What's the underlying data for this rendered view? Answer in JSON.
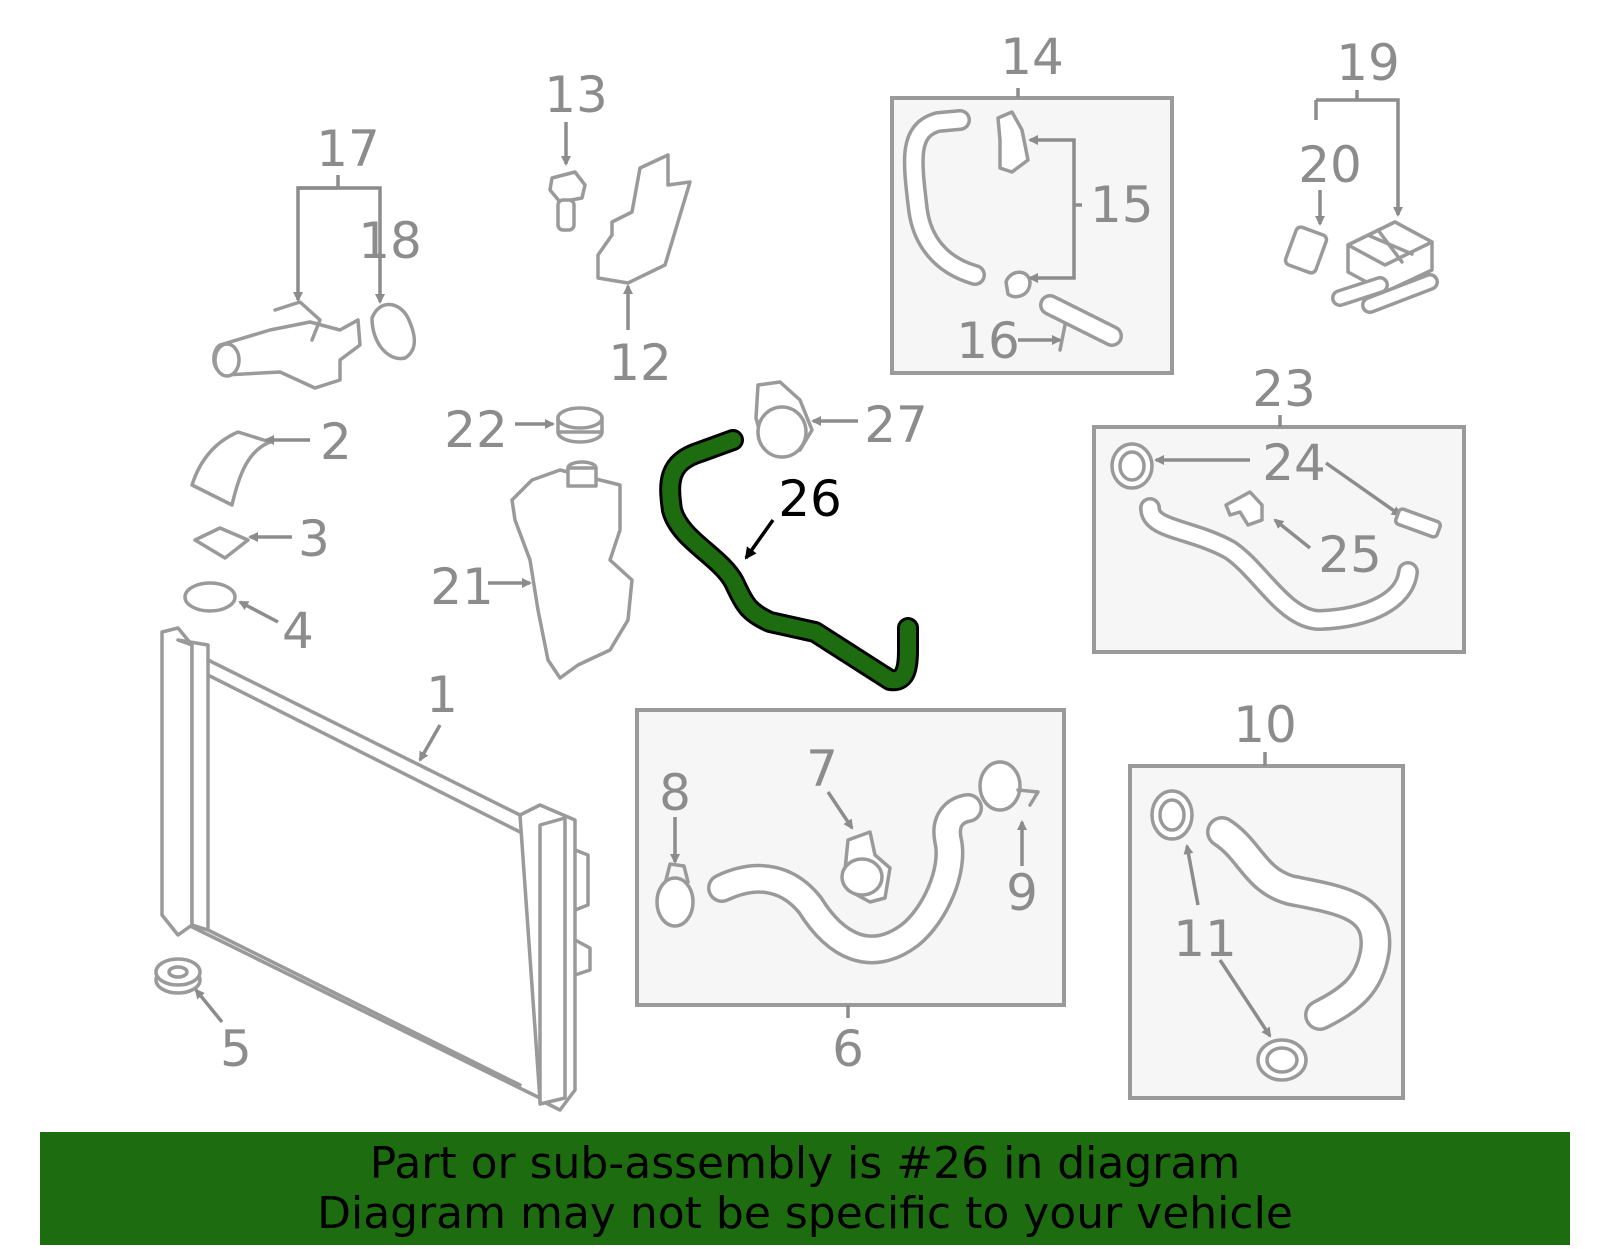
{
  "highlight_color": "#1d6d10",
  "diagram": {
    "callouts": [
      "1",
      "2",
      "3",
      "4",
      "5",
      "6",
      "7",
      "8",
      "9",
      "10",
      "11",
      "12",
      "13",
      "14",
      "15",
      "16",
      "17",
      "18",
      "19",
      "20",
      "21",
      "22",
      "23",
      "24",
      "25",
      "26",
      "27"
    ],
    "highlighted_part": "26"
  },
  "banner": {
    "line1": "Part or sub-assembly is #26 in diagram",
    "line2": "Diagram may not be specific to your vehicle"
  }
}
